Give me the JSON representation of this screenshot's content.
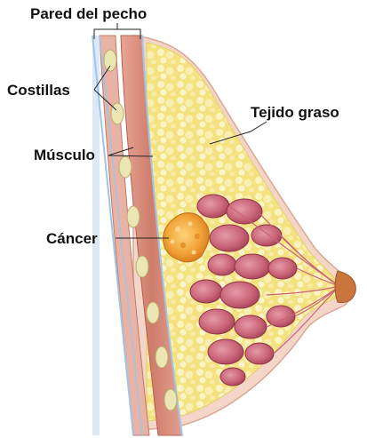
{
  "labels": {
    "chest_wall": "Pared del pecho",
    "ribs": "Costillas",
    "muscle": "Músculo",
    "cancer": "Cáncer",
    "fatty_tissue": "Tejido graso"
  },
  "colors": {
    "fat": "#f3e58a",
    "fat_cells": "#fbf4c4",
    "skin": "#f4d6c8",
    "muscle": "#d78a7a",
    "muscle_dark": "#b5604f",
    "rib": "#ece6b5",
    "lobule": "#c96478",
    "lobule_dark": "#9d3c52",
    "tumor": "#f2a53a",
    "tumor_dark": "#d57a1a",
    "nipple": "#c9753c",
    "chest_wall_line": "#9fc4e6",
    "leader": "#222222"
  }
}
